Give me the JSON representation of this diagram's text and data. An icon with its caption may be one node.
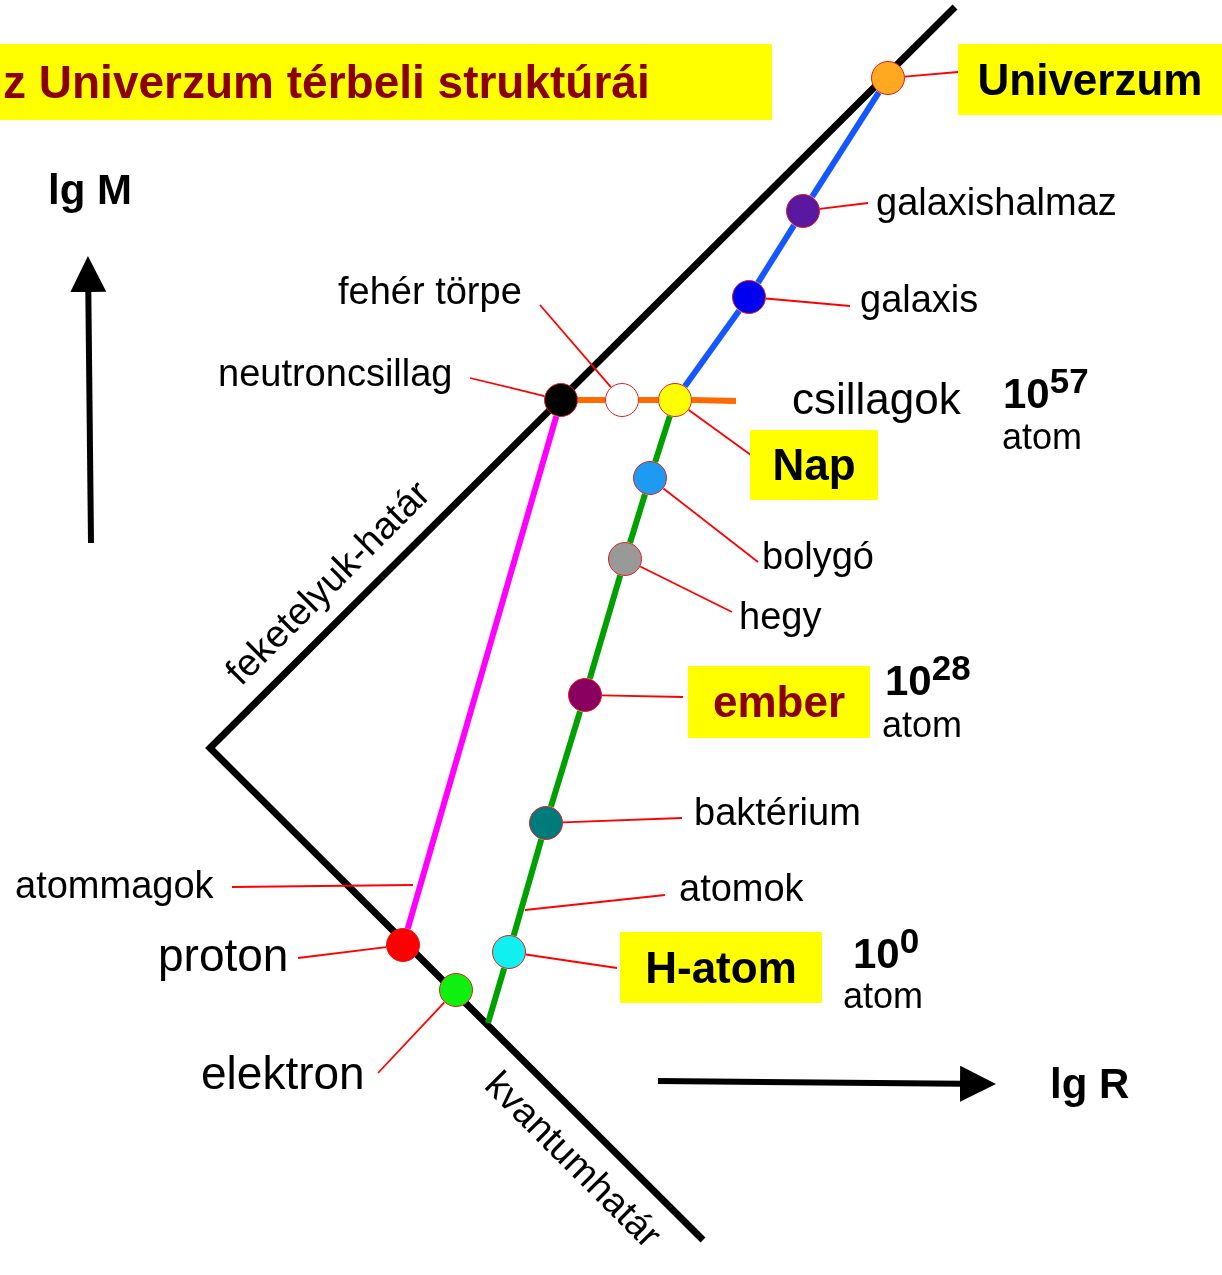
{
  "diagram": {
    "title": "z Univerzum térbeli struktúrái",
    "nodes": [
      {
        "text": [
          "Univerzum"
        ]
      },
      {
        "text": [
          "galaxishalmaz"
        ]
      },
      {
        "text": [
          "galaxis"
        ]
      },
      {
        "text": [
          "fehér törpe"
        ]
      },
      {
        "text": [
          "neutroncsillag"
        ]
      },
      {
        "text": [
          "Nap"
        ]
      },
      {
        "text": [
          "bolygó"
        ]
      },
      {
        "text": [
          "hegy"
        ]
      },
      {
        "text": [
          "ember"
        ]
      },
      {
        "text": [
          "baktérium"
        ]
      },
      {
        "text": [
          "atomok"
        ]
      },
      {
        "text": [
          "atommagok"
        ]
      },
      {
        "text": [
          "proton"
        ]
      },
      {
        "text": [
          "H-atom"
        ]
      },
      {
        "text": [
          "elektron"
        ]
      },
      {
        "text": [],
        "shape": "circle"
      },
      {
        "text": [],
        "shape": "circle"
      },
      {
        "text": [],
        "shape": "circle"
      },
      {
        "text": [],
        "shape": "circle"
      },
      {
        "text": [],
        "shape": "circle"
      },
      {
        "text": [],
        "shape": "circle"
      },
      {
        "text": [],
        "shape": "circle"
      },
      {
        "text": [],
        "shape": "circle"
      },
      {
        "text": [],
        "shape": "circle"
      },
      {
        "text": [],
        "shape": "circle"
      },
      {
        "text": [],
        "shape": "circle"
      },
      {
        "text": [],
        "shape": "circle"
      },
      {
        "text": [],
        "shape": "circle"
      }
    ],
    "edges": [
      {
        "from": 0,
        "to": 15,
        "arrow": "none"
      },
      {
        "from": 1,
        "to": 16,
        "arrow": "none"
      },
      {
        "from": 2,
        "to": 17,
        "arrow": "none"
      },
      {
        "from": 3,
        "to": 19,
        "arrow": "none"
      },
      {
        "from": 4,
        "to": 18,
        "arrow": "none"
      },
      {
        "from": 5,
        "to": 20,
        "arrow": "none"
      },
      {
        "from": 6,
        "to": 21,
        "arrow": "none"
      },
      {
        "from": 7,
        "to": 22,
        "arrow": "none"
      },
      {
        "from": 8,
        "to": 23,
        "arrow": "none"
      },
      {
        "from": 9,
        "to": 24,
        "arrow": "none"
      },
      {
        "from": 10,
        "to": null,
        "arrow": "none"
      },
      {
        "from": 11,
        "to": null,
        "arrow": "none"
      },
      {
        "from": 12,
        "to": 25,
        "arrow": "none"
      },
      {
        "from": 13,
        "to": 26,
        "arrow": "none"
      },
      {
        "from": 14,
        "to": 27,
        "arrow": "none"
      },
      {
        "from": 15,
        "to": 16,
        "arrow": "none",
        "style": "thick",
        "color": "#1456ff"
      },
      {
        "from": 16,
        "to": 17,
        "arrow": "none",
        "style": "thick",
        "color": "#1456ff"
      },
      {
        "from": 17,
        "to": 20,
        "arrow": "none",
        "style": "thick",
        "color": "#1456ff"
      },
      {
        "from": 18,
        "to": 19,
        "arrow": "none",
        "style": "thick",
        "color": "#ff6a00"
      },
      {
        "from": 19,
        "to": 20,
        "arrow": "none",
        "style": "thick",
        "color": "#ff6a00"
      },
      {
        "from": 18,
        "to": 25,
        "arrow": "none",
        "style": "thick",
        "color": "#ff00ff"
      },
      {
        "from": 20,
        "to": 21,
        "arrow": "none",
        "style": "thick",
        "color": "#00a000"
      },
      {
        "from": 21,
        "to": 22,
        "arrow": "none",
        "style": "thick",
        "color": "#00a000"
      },
      {
        "from": 22,
        "to": 23,
        "arrow": "none",
        "style": "thick",
        "color": "#00a000"
      },
      {
        "from": 23,
        "to": 24,
        "arrow": "none",
        "style": "thick",
        "color": "#00a000"
      },
      {
        "from": 24,
        "to": 26,
        "arrow": "none",
        "style": "thick",
        "color": "#00a000"
      }
    ],
    "labels": [
      "lg M",
      "csillagok",
      "10$^{57}$",
      "atom",
      "feketelyuk-határ",
      "10$^{28}$",
      "atom",
      "10$^{0}$",
      "atom",
      "lg R",
      "kvantumhatár"
    ]
  }
}
